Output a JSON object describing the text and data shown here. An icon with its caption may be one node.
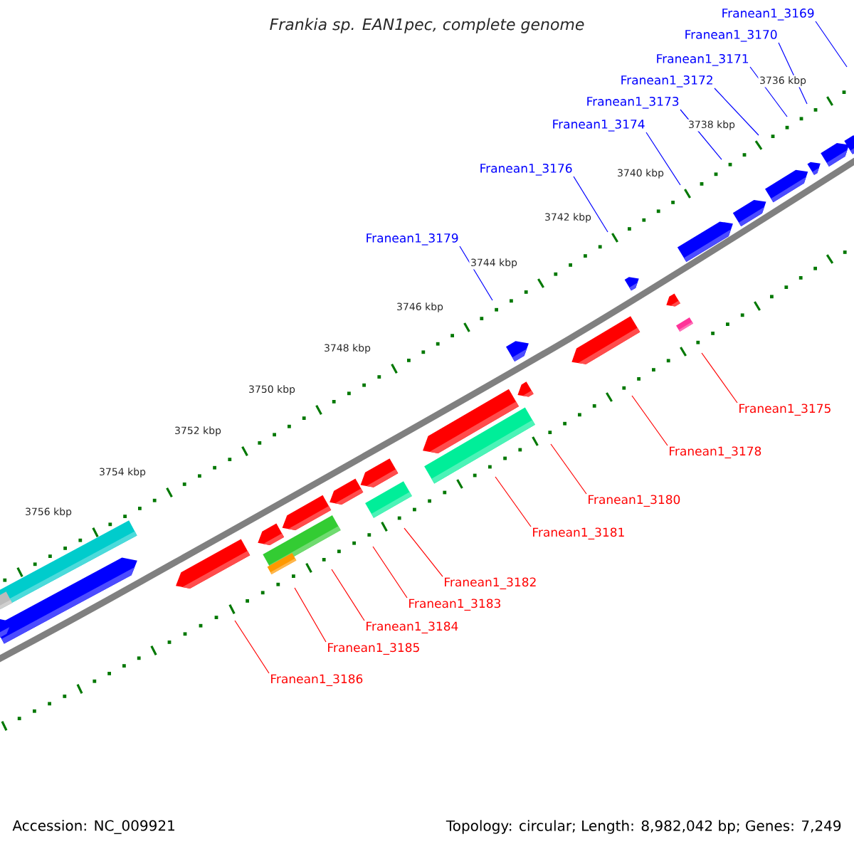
{
  "diagram": {
    "title": "Frankia sp. EAN1pec, complete genome",
    "nodes": [
      {
        "text": [
          "Franean1_3169"
        ]
      },
      {
        "text": [
          "Franean1_3170"
        ]
      },
      {
        "text": [
          "Franean1_3171"
        ]
      },
      {
        "text": [
          "Franean1_3172"
        ]
      },
      {
        "text": [
          "Franean1_3173"
        ]
      },
      {
        "text": [
          "Franean1_3174"
        ]
      },
      {
        "text": [
          "Franean1_3176"
        ]
      },
      {
        "text": [
          "Franean1_3179"
        ]
      },
      {
        "text": [
          "Franean1_3175"
        ]
      },
      {
        "text": [
          "Franean1_3178"
        ]
      },
      {
        "text": [
          "Franean1_3180"
        ]
      },
      {
        "text": [
          "Franean1_3181"
        ]
      },
      {
        "text": [
          "Franean1_3182"
        ]
      },
      {
        "text": [
          "Franean1_3183"
        ]
      },
      {
        "text": [
          "Franean1_3184"
        ]
      },
      {
        "text": [
          "Franean1_3185"
        ]
      },
      {
        "text": [
          "Franean1_3186"
        ]
      }
    ],
    "edges": [
      {
        "from": 0,
        "to": null,
        "arrow": "none",
        "color": "#0000ff"
      },
      {
        "from": 1,
        "to": null,
        "arrow": "none",
        "color": "#0000ff"
      },
      {
        "from": 2,
        "to": null,
        "arrow": "none",
        "color": "#0000ff"
      },
      {
        "from": 3,
        "to": null,
        "arrow": "none",
        "color": "#0000ff"
      },
      {
        "from": 4,
        "to": null,
        "arrow": "none",
        "color": "#0000ff"
      },
      {
        "from": 5,
        "to": null,
        "arrow": "none",
        "color": "#0000ff"
      },
      {
        "from": 6,
        "to": null,
        "arrow": "none",
        "color": "#0000ff"
      },
      {
        "from": 7,
        "to": null,
        "arrow": "none",
        "color": "#0000ff"
      },
      {
        "from": 8,
        "to": null,
        "arrow": "none"
      },
      {
        "from": 9,
        "to": null,
        "arrow": "none"
      },
      {
        "from": 10,
        "to": null,
        "arrow": "none"
      },
      {
        "from": 11,
        "to": null,
        "arrow": "none"
      },
      {
        "from": 12,
        "to": null,
        "arrow": "none"
      },
      {
        "from": 13,
        "to": null,
        "arrow": "none"
      },
      {
        "from": 14,
        "to": null,
        "arrow": "none"
      },
      {
        "from": 15,
        "to": null,
        "arrow": "none"
      },
      {
        "from": 16,
        "to": null,
        "arrow": "none"
      }
    ],
    "labels": [
      "3736 kbp",
      "3738 kbp",
      "3740 kbp",
      "3742 kbp",
      "3744 kbp",
      "3746 kbp",
      "3748 kbp",
      "3750 kbp",
      "3752 kbp",
      "3754 kbp",
      "3756 kbp",
      "Accession: NC_009921",
      "Topology: circular; Length: 8,982,042 bp; Genes: 7,249"
    ]
  }
}
